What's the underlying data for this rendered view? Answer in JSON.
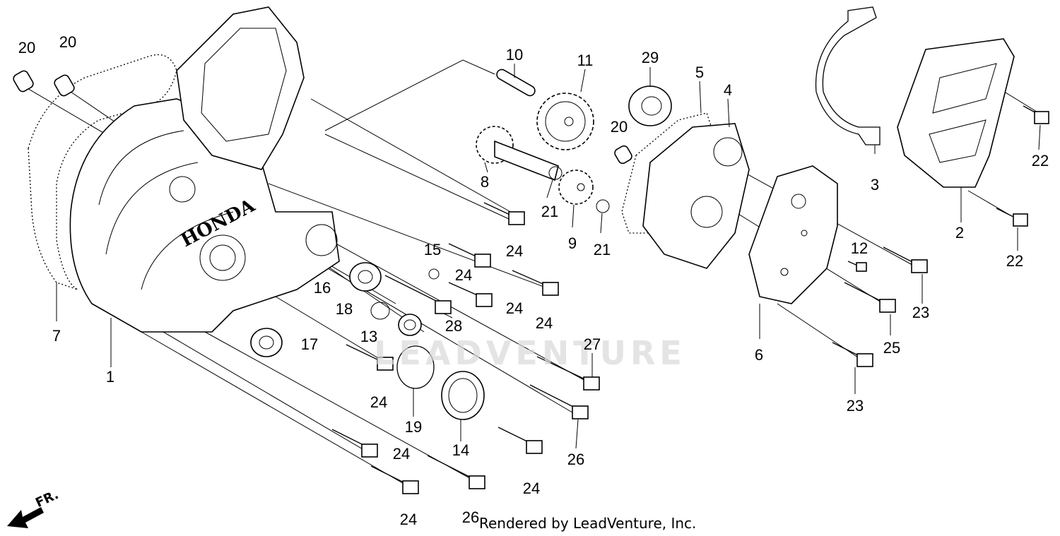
{
  "footer": "Rendered by LeadVenture, Inc.",
  "watermark": "LEADVENTURE",
  "direction_label": "FR.",
  "cover_logo": "HONDA",
  "callouts": {
    "c20a": "20",
    "c20b": "20",
    "c20c": "20",
    "c10": "10",
    "c11": "11",
    "c29": "29",
    "c5": "5",
    "c4": "4",
    "c3": "3",
    "c2": "2",
    "c22a": "22",
    "c22b": "22",
    "c8": "8",
    "c21a": "21",
    "c21b": "21",
    "c9": "9",
    "c15": "15",
    "c24a": "24",
    "c24b": "24",
    "c24c": "24",
    "c24d": "24",
    "c24e": "24",
    "c24f": "24",
    "c24g": "24",
    "c24h": "24",
    "c16": "16",
    "c18": "18",
    "c28": "28",
    "c13": "13",
    "c17": "17",
    "c27": "27",
    "c19": "19",
    "c14": "14",
    "c26a": "26",
    "c26b": "26",
    "c12": "12",
    "c23a": "23",
    "c23b": "23",
    "c25": "25",
    "c6": "6",
    "c7": "7",
    "c1": "1"
  }
}
